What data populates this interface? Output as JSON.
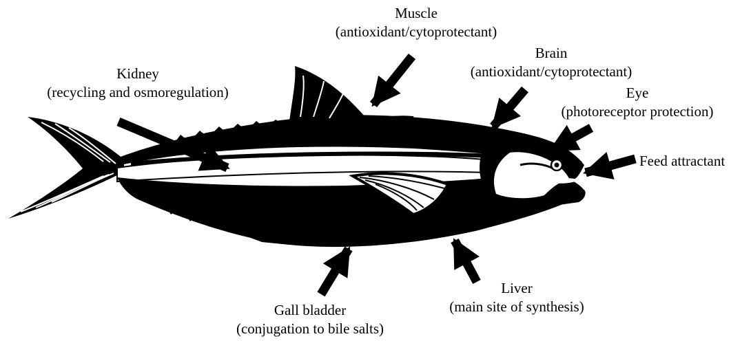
{
  "labels": {
    "muscle": {
      "name": "Muscle",
      "role": "(antioxidant/cytoprotectant)"
    },
    "brain": {
      "name": "Brain",
      "role": "(antioxidant/cytoprotectant)"
    },
    "eye": {
      "name": "Eye",
      "role": "(photoreceptor protection)"
    },
    "feed": {
      "name": "Feed attractant"
    },
    "kidney": {
      "name": "Kidney",
      "role": "(recycling and osmoregulation)"
    },
    "gall_bladder": {
      "name": "Gall bladder",
      "role": "(conjugation to bile salts)"
    },
    "liver": {
      "name": "Liver",
      "role": "(main site of synthesis)"
    }
  },
  "colors": {
    "ink": "#000000",
    "background": "#ffffff"
  }
}
